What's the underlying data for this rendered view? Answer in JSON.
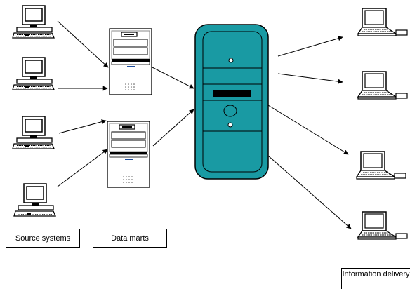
{
  "labels": {
    "source_systems": "Source systems",
    "data_marts": "Data marts",
    "information_delivery": "Information delivery"
  },
  "colors": {
    "server": "#199aa3",
    "line": "#000000",
    "device_fill": "#ffffff"
  },
  "icons": {
    "source_system": "desktop-computer-icon",
    "data_mart": "tower-server-icon",
    "warehouse": "central-server-icon",
    "delivery": "laptop-icon"
  }
}
